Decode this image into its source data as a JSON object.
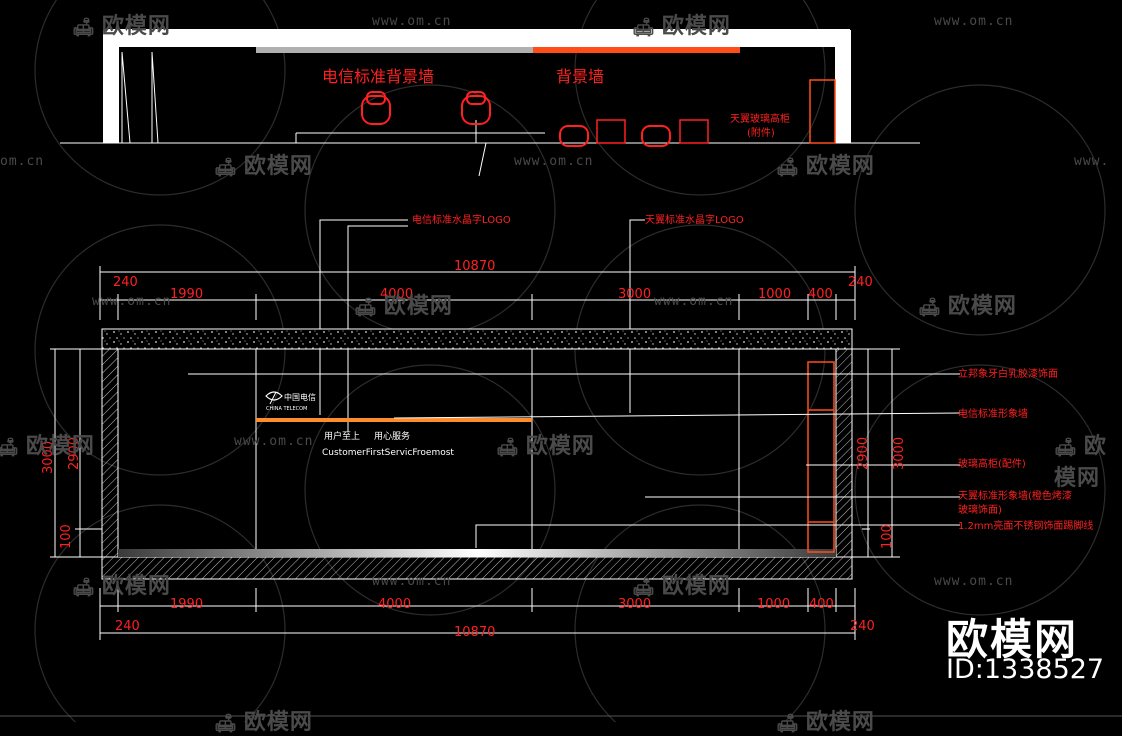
{
  "watermark": {
    "brand": "欧模网",
    "url": "www.om.cn",
    "url_partial": "om.cn",
    "url_start": "www.",
    "stamp_brand": "欧模网",
    "stamp_id": "ID:1338527"
  },
  "top_view": {
    "label_left": "电信标准背景墙",
    "label_right": "背景墙",
    "label_cabinet_line1": "天翼玻璃高柜",
    "label_cabinet_line2": "(附件)"
  },
  "callouts": {
    "telecom_logo": "电信标准水晶字LOGO",
    "tianyi_logo": "天翼标准水晶字LOGO"
  },
  "right_notes": {
    "n1": "立邦象牙白乳胶漆饰面",
    "n2": "电信标准形象墙",
    "n3": "玻璃高柜(配件)",
    "n4a": "天翼标准形象墙(橙色烤漆",
    "n4b": "玻璃饰面)",
    "n5": "1.2mm亮面不锈钢饰面踢脚线"
  },
  "wall_text": {
    "slogan_cn_1": "用户至上",
    "slogan_cn_2": "用心服务",
    "slogan_en": "CustomerFirstServicFroemost"
  },
  "dims": {
    "total": "10870",
    "d240": "240",
    "d1990": "1990",
    "d4000": "4000",
    "d3000": "3000",
    "d1000": "1000",
    "d400": "400",
    "h3000": "3000",
    "h2900": "2900",
    "h100": "100"
  },
  "colors": {
    "line": "#ffffff",
    "accent": "#ff4d1a",
    "annotation": "#ff2020",
    "watermark": "#4a4a4a",
    "grey_bar": "#b0b0b0",
    "orange_strip": "#ff8c2a"
  }
}
